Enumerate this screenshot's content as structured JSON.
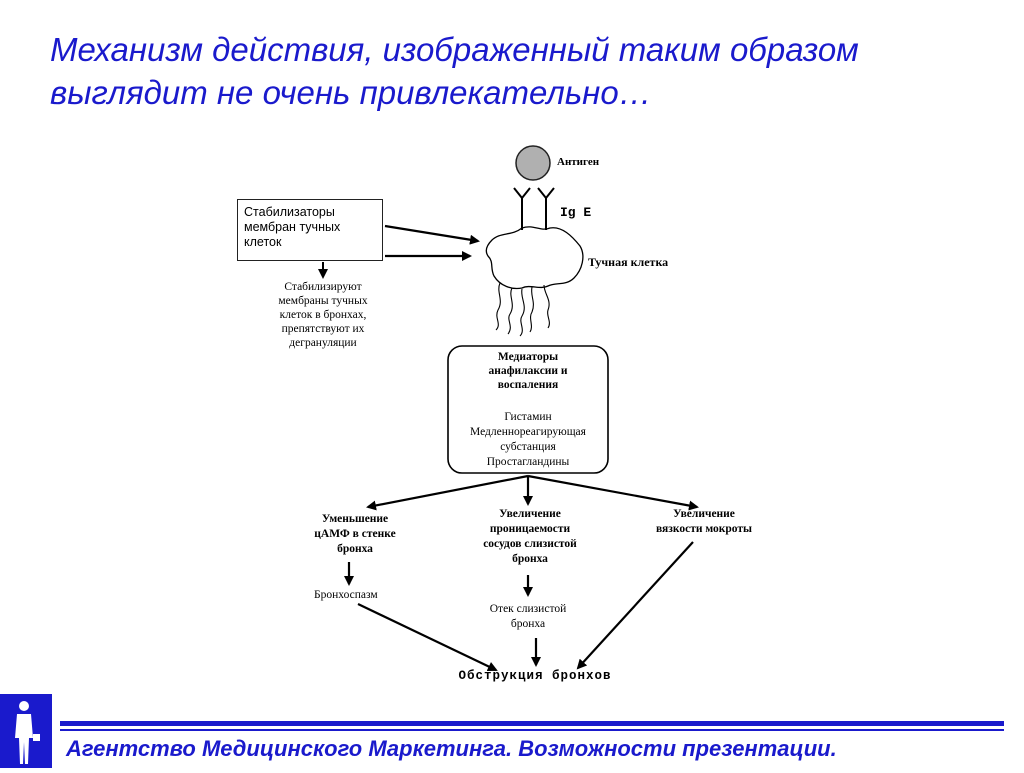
{
  "slide": {
    "title_line1": "Механизм действия, изображенный таким образом",
    "title_line2": "выглядит не очень привлекательно…",
    "footer": "Агентство Медицинского Маркетинга. Возможности презентации."
  },
  "diagram": {
    "antigen": "Антиген",
    "ige": "Ig E",
    "mast_cell": "Тучная клетка",
    "stabilizer_box": [
      "Стабилизаторы",
      "мембран тучных",
      "клеток"
    ],
    "stabilizer_effect": [
      "Стабилизируют",
      "мембраны тучных",
      "клеток в бронхах,",
      "препятствуют их",
      "дегрануляции"
    ],
    "mediators_title": [
      "Медиаторы",
      "анафилаксии и",
      "воспаления"
    ],
    "mediators_list": [
      "Гистамин",
      "Медленнореагирующая",
      "субстанция",
      "Простагландины"
    ],
    "effect_left": [
      "Уменьшение",
      "цАМФ в стенке",
      "бронха"
    ],
    "effect_middle": [
      "Увеличение",
      "проницаемости",
      "сосудов слизистой",
      "бронха"
    ],
    "effect_right": [
      "Увеличение",
      "вязкости мокроты"
    ],
    "bronchospasm": "Бронхоспазм",
    "edema": [
      "Отек слизистой",
      "бронха"
    ],
    "obstruction": "Обструкция бронхов"
  },
  "colors": {
    "accent": "#1a1acc",
    "antigen_fill": "#b0b0b0"
  },
  "icons": {
    "logo": "businessman-figure-icon"
  }
}
